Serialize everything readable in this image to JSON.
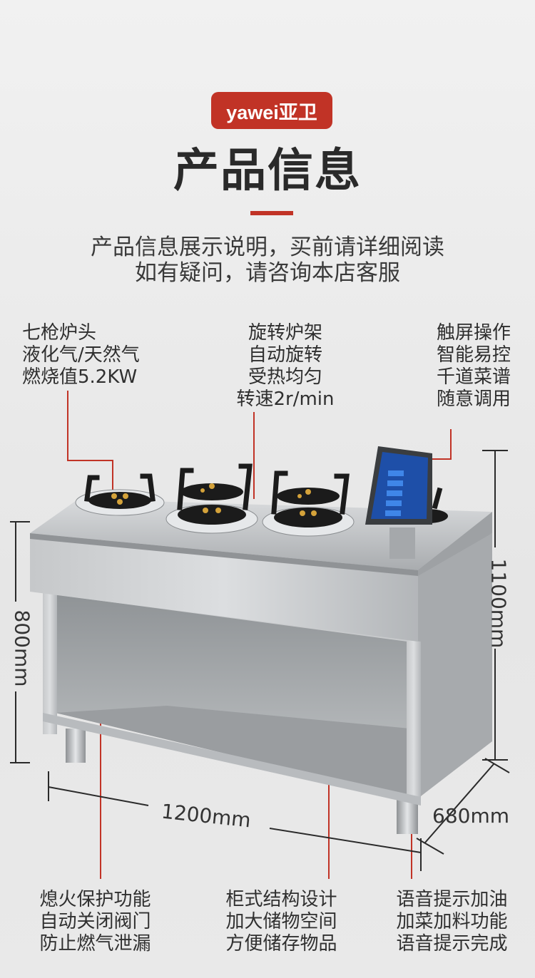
{
  "brand": {
    "badge": "yawei亚卫"
  },
  "header": {
    "title": "产品信息",
    "subtitle_lines": [
      "产品信息展示说明，买前请详细阅读",
      "如有疑问，请咨询本店客服"
    ]
  },
  "features_top": {
    "left": [
      "七枪炉头",
      "液化气/天然气",
      "燃烧值5.2KW"
    ],
    "middle": [
      "旋转炉架",
      "自动旋转",
      "受热均匀",
      "转速2r/min"
    ],
    "right": [
      "触屏操作",
      "智能易控",
      "千道菜谱",
      "随意调用"
    ]
  },
  "features_bottom": {
    "left": [
      "熄火保护功能",
      "自动关闭阀门",
      "防止燃气泄漏"
    ],
    "middle": [
      "柜式结构设计",
      "加大储物空间",
      "方便储存物品"
    ],
    "right": [
      "语音提示加油",
      "加菜加料功能",
      "语音提示完成"
    ]
  },
  "dimensions": {
    "height_cabinet": "800mm",
    "height_total": "1100mm",
    "width": "1200mm",
    "depth": "680mm"
  },
  "colors": {
    "accent": "#c13326",
    "steel": "#b9bcbf",
    "screen": "#1e4fa8"
  }
}
